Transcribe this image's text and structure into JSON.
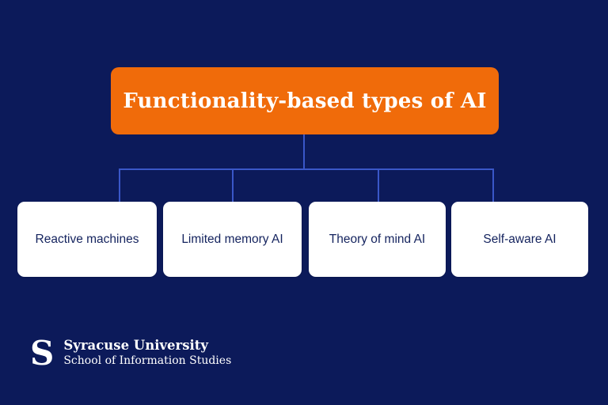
{
  "colors": {
    "background": "#0c1a5a",
    "accent_orange": "#f06b0a",
    "connector_blue": "#3a57c8",
    "node_background": "#ffffff",
    "node_text": "#14235e",
    "title_text": "#ffffff"
  },
  "diagram": {
    "root": {
      "label": "Functionality-based types of AI"
    },
    "nodes": [
      {
        "label": "Reactive machines"
      },
      {
        "label": "Limited memory AI"
      },
      {
        "label": "Theory of mind AI"
      },
      {
        "label": "Self-aware AI"
      }
    ]
  },
  "footer": {
    "logo_letter": "S",
    "org_name": "Syracuse University",
    "org_unit": "School of Information Studies"
  }
}
